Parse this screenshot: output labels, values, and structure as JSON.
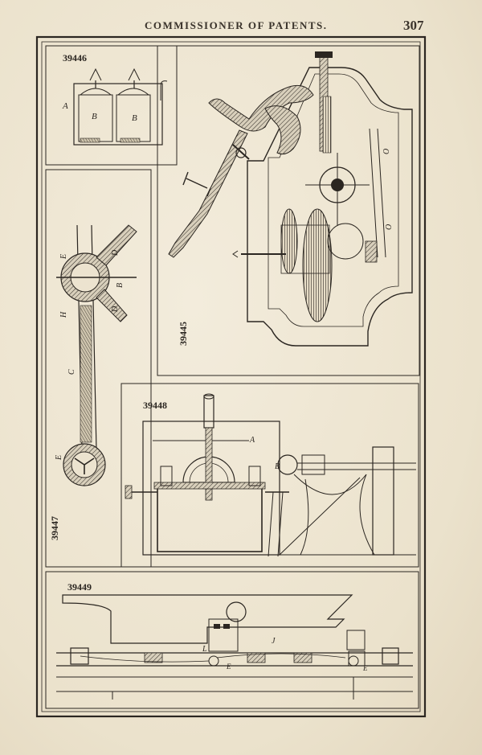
{
  "page": {
    "running_head": "COMMISSIONER OF PATENTS.",
    "page_number": "307"
  },
  "figures": [
    {
      "number": "39446",
      "labels": [
        "A",
        "B",
        "B"
      ]
    },
    {
      "number": "39445",
      "labels": [
        "O",
        "O"
      ]
    },
    {
      "number": "39447",
      "labels": [
        "E",
        "D",
        "B",
        "D",
        "H",
        "C",
        "E"
      ]
    },
    {
      "number": "39448",
      "labels": [
        "A",
        "B"
      ]
    },
    {
      "number": "39449",
      "labels": [
        "L",
        "J",
        "E",
        "E"
      ]
    }
  ]
}
